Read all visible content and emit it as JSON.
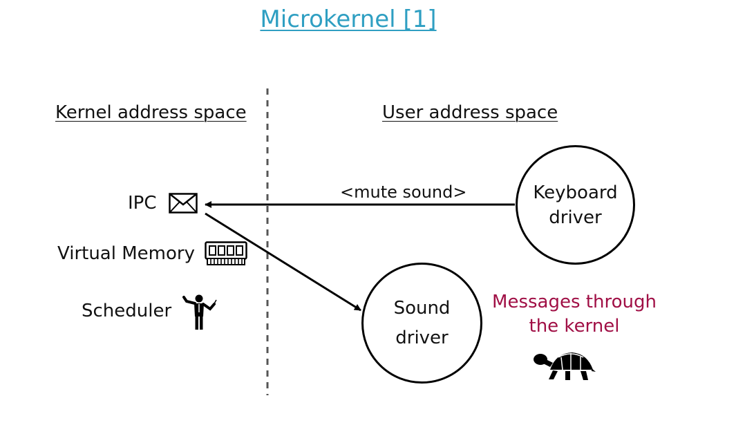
{
  "title": "Microkernel [1]",
  "regions": {
    "kernel": "Kernel address space",
    "user": "User address space"
  },
  "kernel_components": [
    {
      "label": "IPC",
      "icon": "envelope-icon"
    },
    {
      "label": "Virtual Memory",
      "icon": "memory-chip-icon"
    },
    {
      "label": "Scheduler",
      "icon": "conductor-icon"
    }
  ],
  "user_nodes": {
    "keyboard_driver": [
      "Keyboard",
      "driver"
    ],
    "sound_driver": [
      "Sound",
      "driver"
    ]
  },
  "edges": [
    {
      "from": "keyboard_driver",
      "to": "ipc",
      "label": "<mute sound>"
    },
    {
      "from": "ipc",
      "to": "sound_driver",
      "label": ""
    }
  ],
  "note": {
    "lines": [
      "Messages through",
      "the kernel"
    ],
    "icon": "turtle-icon"
  },
  "colors": {
    "title": "#2f9fc2",
    "note": "#a00f45",
    "stroke": "#000000",
    "divider": "#555555"
  }
}
